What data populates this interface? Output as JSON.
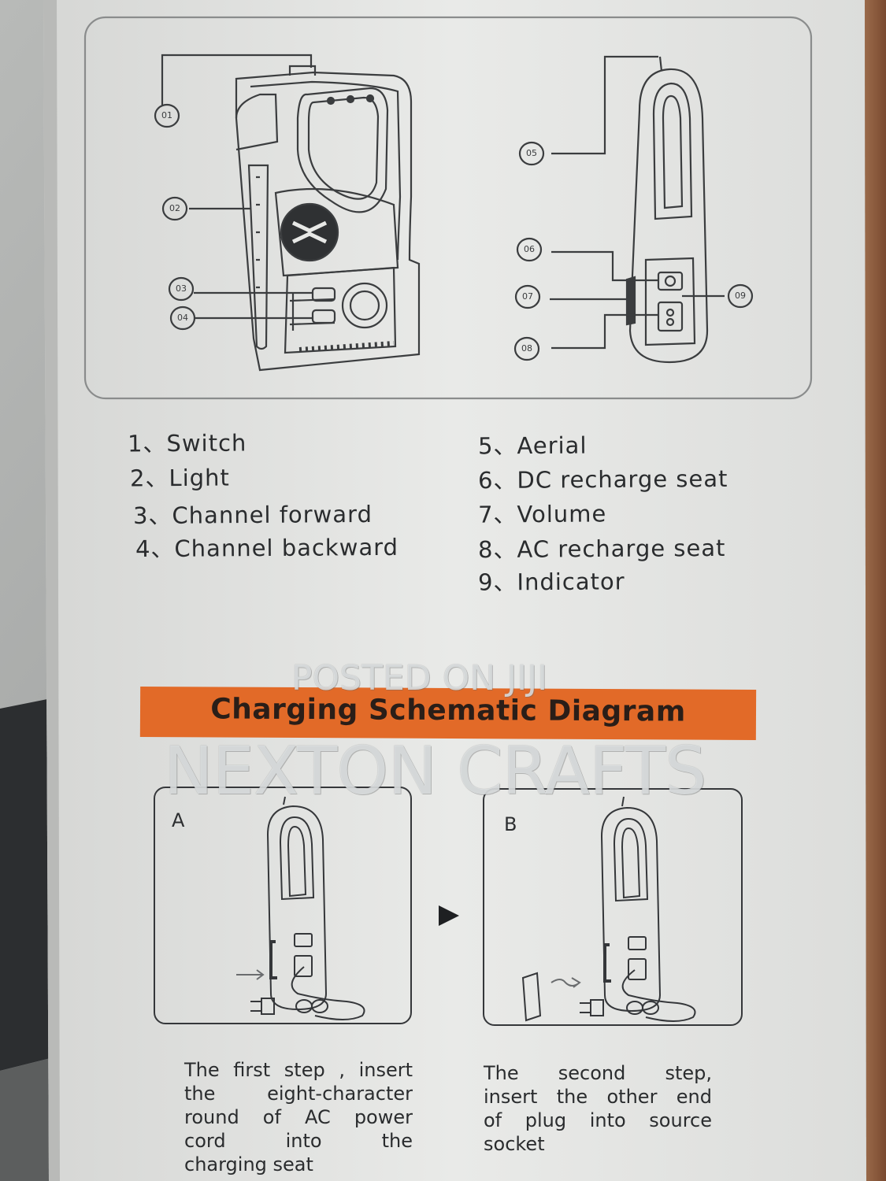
{
  "legend": {
    "left": [
      {
        "num": "1、",
        "text": "Switch"
      },
      {
        "num": "2、",
        "text": "Light"
      },
      {
        "num": "3、",
        "text": "Channel forward"
      },
      {
        "num": "4、",
        "text": "Channel backward"
      }
    ],
    "right": [
      {
        "num": "5、",
        "text": "Aerial"
      },
      {
        "num": "6、",
        "text": "DC recharge seat"
      },
      {
        "num": "7、",
        "text": "Volume"
      },
      {
        "num": "8、",
        "text": "AC recharge seat"
      },
      {
        "num": "9、",
        "text": "Indicator"
      }
    ]
  },
  "callouts": [
    "01",
    "02",
    "03",
    "04",
    "05",
    "06",
    "07",
    "08",
    "09"
  ],
  "banner_title": "Charging Schematic Diagram",
  "steps": {
    "a": {
      "label": "A",
      "caption": [
        "The first step , insert",
        "the eight-character",
        "round of AC power",
        "cord into the",
        "charging seat"
      ]
    },
    "b": {
      "label": "B",
      "caption": [
        "The second step,",
        "insert the other end",
        "of plug into source",
        "socket"
      ]
    }
  },
  "watermark": {
    "line1": "POSTED ON JIJI",
    "line2": "NEXTON CRAFTS"
  },
  "colors": {
    "box_panel": "#e7e8e6",
    "banner": "#e26a28",
    "ink": "#2a2c2e"
  }
}
